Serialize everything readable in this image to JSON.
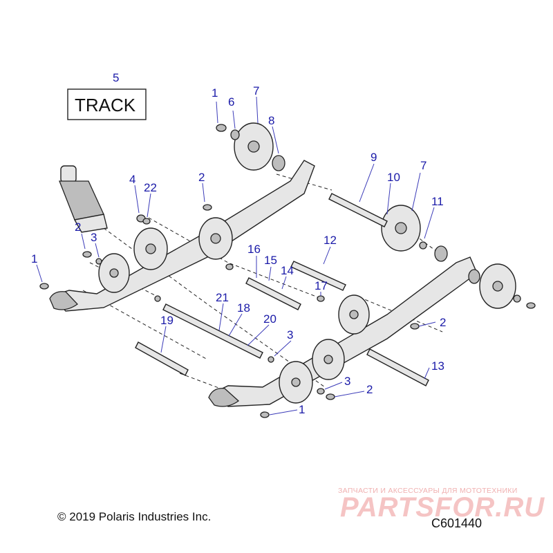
{
  "diagram": {
    "track_label": "TRACK",
    "callouts": [
      {
        "id": "c5",
        "text": "5"
      },
      {
        "id": "c1a",
        "text": "1"
      },
      {
        "id": "c6",
        "text": "6"
      },
      {
        "id": "c7a",
        "text": "7"
      },
      {
        "id": "c8",
        "text": "8"
      },
      {
        "id": "c9",
        "text": "9"
      },
      {
        "id": "c10",
        "text": "10"
      },
      {
        "id": "c7b",
        "text": "7"
      },
      {
        "id": "c11",
        "text": "11"
      },
      {
        "id": "c4",
        "text": "4"
      },
      {
        "id": "c22",
        "text": "22"
      },
      {
        "id": "c2a",
        "text": "2"
      },
      {
        "id": "c2b",
        "text": "2"
      },
      {
        "id": "c3a",
        "text": "3"
      },
      {
        "id": "c1b",
        "text": "1"
      },
      {
        "id": "c12",
        "text": "12"
      },
      {
        "id": "c16",
        "text": "16"
      },
      {
        "id": "c15",
        "text": "15"
      },
      {
        "id": "c14",
        "text": "14"
      },
      {
        "id": "c17",
        "text": "17"
      },
      {
        "id": "c21",
        "text": "21"
      },
      {
        "id": "c18",
        "text": "18"
      },
      {
        "id": "c20",
        "text": "20"
      },
      {
        "id": "c19",
        "text": "19"
      },
      {
        "id": "c3b",
        "text": "3"
      },
      {
        "id": "c2c",
        "text": "2"
      },
      {
        "id": "c13",
        "text": "13"
      },
      {
        "id": "c3c",
        "text": "3"
      },
      {
        "id": "c2d",
        "text": "2"
      },
      {
        "id": "c1c",
        "text": "1"
      }
    ],
    "copyright": "© 2019 Polaris Industries Inc.",
    "diagram_code": "C601440"
  },
  "watermark": {
    "tagline": "ЗАПЧАСТИ И АКСЕССУАРЫ ДЛЯ МОТОТЕХНИКИ",
    "brand": "PARTSFOR.RU"
  },
  "colors": {
    "callout": "#1a1aa8",
    "line": "#222222",
    "watermark": "#f5c4c4"
  }
}
